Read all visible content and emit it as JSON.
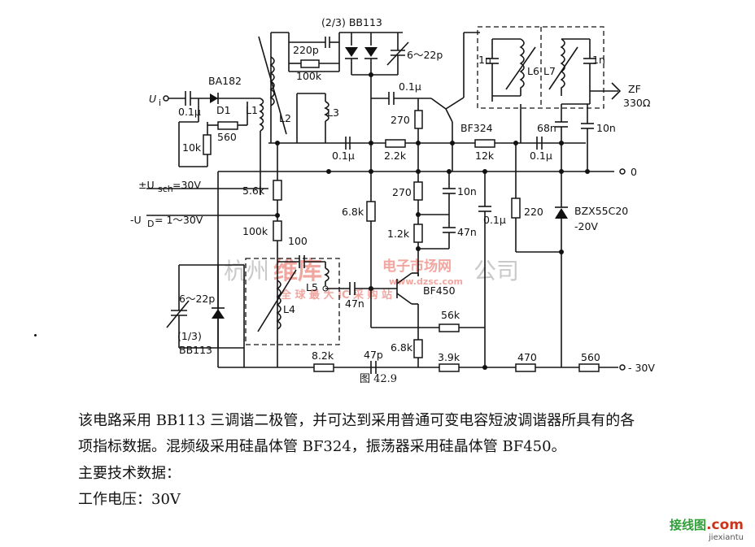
{
  "figure": {
    "caption": "图 42.9",
    "labels": {
      "ui": "U",
      "ui_sub": "i",
      "c_in": "0.1μ",
      "ba182": "BA182",
      "d1": "D1",
      "l1": "L1",
      "l2": "L2",
      "l3": "L3",
      "l4": "L4",
      "l5": "L5",
      "l6": "L6",
      "l7": "L7",
      "r560": "560",
      "r10k": "10k",
      "usch_pre": "±U",
      "usch_sub": "sch",
      "usch_post": "=30V",
      "ud_pre": "-U",
      "ud_sub": "D",
      "ud_post": "= 1～30V",
      "c220p": "220p",
      "bb113_top": "(2/3) BB113",
      "r100k_top": "100k",
      "ctrim_top": "6～22p",
      "c01_top": "0.1μ",
      "r270_top": "270",
      "bf324": "BF324",
      "c01_mid": "0.1μ",
      "r22k": "2.2k",
      "r12k": "12k",
      "c68n": "68n",
      "c01_right": "0.1μ",
      "c10n_right": "10n",
      "c1n_a": "1n",
      "c1n_b": "1n",
      "zf": "ZF",
      "z330": "330Ω",
      "gnd": "0",
      "r56k": "5.6k",
      "r100k_left": "100k",
      "r68k_top": "6.8k",
      "r270_mid": "270",
      "c10n_mid": "10n",
      "r12k_mid": "1.2k",
      "c47n_mid": "47n",
      "c01_small": "0.1μ",
      "r220": "220",
      "bzx": "BZX55C20",
      "bzx_v": "-20V",
      "c100": "100",
      "bf450": "BF450",
      "c47n_low": "47n",
      "r56k_low": "56k",
      "r68k_low": "6.8k",
      "ctrim_low": "6～22p",
      "bb113_low_a": "(1/3)",
      "bb113_low_b": "BB113",
      "r82k": "8.2k",
      "c47p": "47p",
      "r39k": "3.9k",
      "r470": "470",
      "r560_bot": "560",
      "vneg30": "- 30V"
    },
    "watermark": {
      "text_a": "杭州",
      "text_b": "维库",
      "text_c": "电子市场网",
      "text_d": "公司",
      "url": "www.dzsc.com",
      "tagline": "全 球 最 大 IC 采 购 站"
    }
  },
  "text": {
    "line1": "该电路采用 BB113 三调谐二极管，并可达到采用普通可变电容短波调谐器所具有的各",
    "line2": "项指标数据。混频级采用硅晶体管 BF324，振荡器采用硅晶体管 BF450。",
    "line3": "主要技术数据：",
    "line4": "工作电压：30V"
  },
  "site_mark": {
    "main": "接线图",
    "com": ".com",
    "sub": "jiexiantu"
  }
}
